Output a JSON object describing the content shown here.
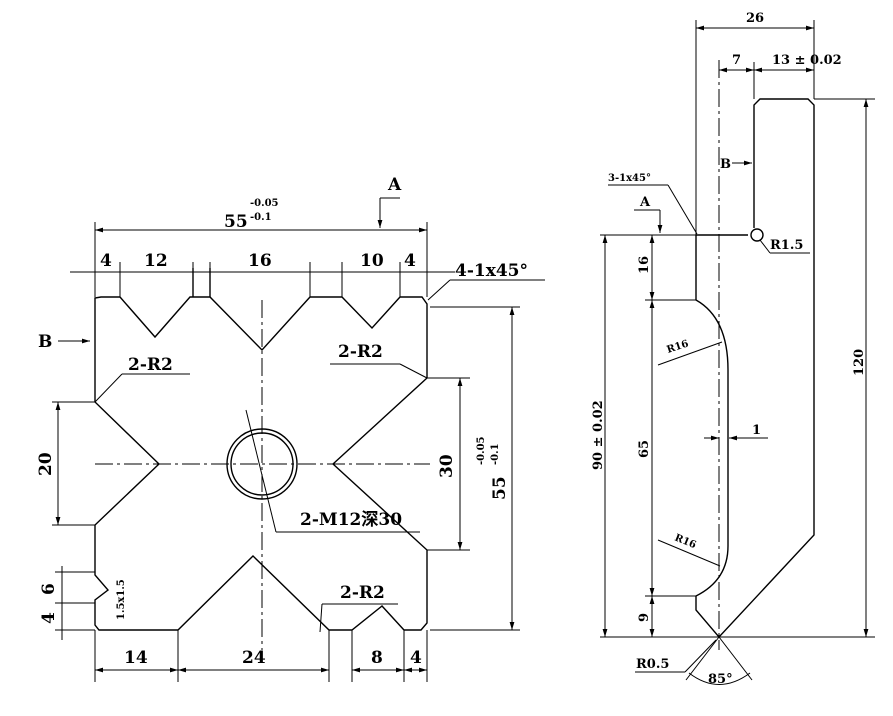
{
  "left_view": {
    "dim_width_total": "55",
    "dim_width_tol_upper": "-0.05",
    "dim_width_tol_lower": "-0.1",
    "dim_4_top_left": "4",
    "dim_12": "12",
    "dim_16": "16",
    "dim_10": "10",
    "dim_4_top_right": "4",
    "chamfer_note": "4-1x45°",
    "section_a": "A",
    "section_b": "B",
    "radius_note_upper_left": "2-R2",
    "radius_note_upper_right": "2-R2",
    "radius_note_lower": "2-R2",
    "dim_20": "20",
    "dim_30": "30",
    "dim_height_total": "55",
    "dim_height_tol_upper": "-0.05",
    "dim_height_tol_lower": "-0.1",
    "thread_note": "2-M12深30",
    "dim_6": "6",
    "dim_4_left": "4",
    "small_groove_note": "1.5x1.5",
    "dim_14": "14",
    "dim_24": "24",
    "dim_8": "8",
    "dim_4_bottom_right": "4"
  },
  "right_view": {
    "dim_26": "26",
    "dim_7": "7",
    "dim_13": "13 ± 0.02",
    "section_b": "B",
    "chamfer_note": "3-1x45°",
    "section_a": "A",
    "radius_r1_5": "R1.5",
    "dim_16": "16",
    "dim_90": "90 ± 0.02",
    "dim_65": "65",
    "dim_9": "9",
    "dim_120": "120",
    "radius_r16_upper": "R16",
    "radius_r16_lower": "R16",
    "dim_1": "1",
    "radius_r0_5": "R0.5",
    "angle_85": "85°"
  }
}
